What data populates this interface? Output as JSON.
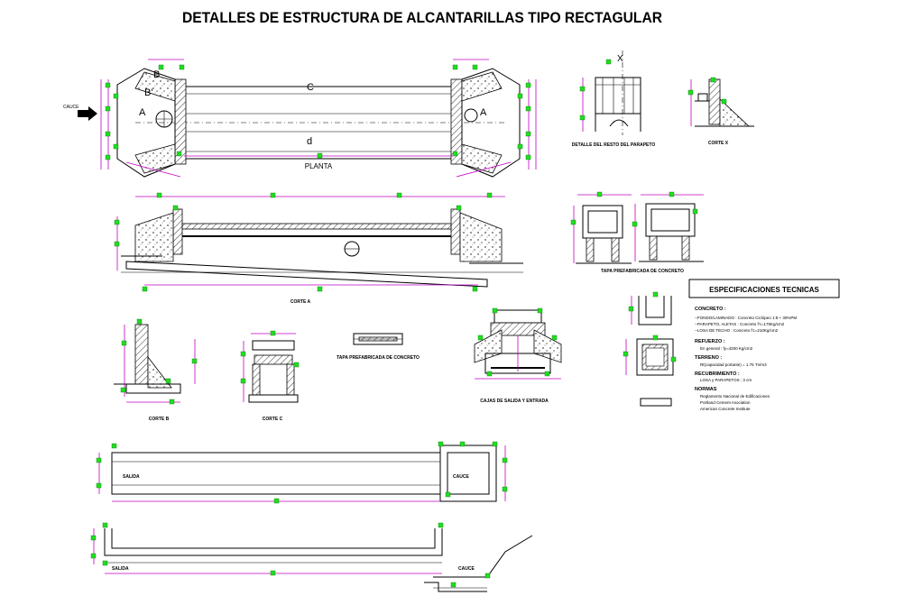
{
  "title": "DETALLES DE ESTRUCTURA DE ALCANTARILLAS TIPO RECTAGULAR",
  "plan": {
    "label": "PLANTA",
    "letters": {
      "b": "B",
      "b_prime": "B'",
      "a": "A",
      "c": "C",
      "d": "d"
    },
    "entry_label": "CAUCE"
  },
  "views": {
    "corte_a": "CORTE A",
    "corte_b": "CORTE B",
    "corte_c": "CORTE C",
    "corte_x": "CORTE X",
    "x_mark": "X",
    "detalle_parapeto": "DETALLE DEL RESTO DEL PARAPETO",
    "tapa_prefabricada": "TAPA PREFABRICADA DE CONCRETO",
    "tapa_prefabricada_2": "TAPA PREFABRICADA DE CONCRETO",
    "cajas": "CAJAS DE SALIDA Y ENTRADA",
    "salida_top": "SALIDA",
    "cauce_top": "CAUCE",
    "salida_bottom": "SALIDA",
    "cauce_bottom": "CAUCE"
  },
  "specs": {
    "heading": "ESPECIFICACIONES TECNICAS",
    "concreto": "CONCRETO :",
    "line1": "--FONDO/LAMINADO : Concreto Ciclópeo 1:8 + 30%PM",
    "line2": "--PARAPETO, ALETAS : Concreto f'c=175Kg/cm2",
    "line3": "--LOSA DE TECHO : Concreto f'c=210Kg/cm2",
    "refuerzo": "REFUERZO :",
    "refuerzo_val": "En general : fy=4200 Kg/cm2",
    "terreno": "TERRENO :",
    "terreno_val": "Rt(capacidad portante) = 1.75 Tn/m3",
    "recubrimiento": "RECUBRIMIENTO :",
    "recubrimiento_val": "LOSA y PARAPETOS : 3 cm",
    "normas": "NORMAS",
    "norma1": "Reglamento Nacional de Edificaciones",
    "norma2": "Portland Cement Asociation",
    "norma3": "American Concrete Institute"
  },
  "colors": {
    "dimension": "#c000c0",
    "grip": "#22dd22",
    "line": "#000000"
  }
}
